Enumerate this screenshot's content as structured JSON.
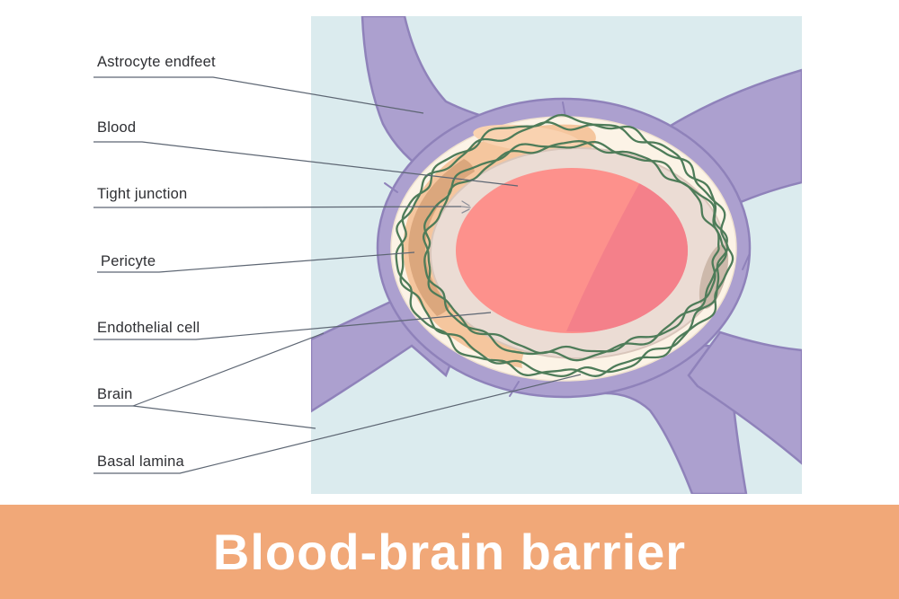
{
  "diagram": {
    "title": "Blood-brain barrier",
    "labels": [
      {
        "text": "Astrocyte endfeet"
      },
      {
        "text": "Blood"
      },
      {
        "text": "Tight junction"
      },
      {
        "text": "Pericyte"
      },
      {
        "text": "Endothelial cell"
      },
      {
        "text": "Brain"
      },
      {
        "text": "Basal lamina"
      }
    ],
    "colors": {
      "illustration_bg": "#DBEBEE",
      "astrocyte": "#ACA0CF",
      "astrocyte_outline": "#8F82BA",
      "cream": "#FCF3E6",
      "basal_lamina_green": "#4E7C59",
      "pericyte": "#F5C69E",
      "pericyte_light": "#F9D2B0",
      "pericyte_nucleus": "#DBA77D",
      "endothelium": "#EBDCD4",
      "endothelium_outline": "#D9C6BB",
      "endothelium_nucleus": "#CDB9AB",
      "blood": "#FD918C",
      "blood_shade": "#F4808A",
      "leader_line": "#5D6673",
      "label_text": "#2E2F33",
      "banner": "#F1A878",
      "title_text": "#FFFFFF"
    }
  }
}
